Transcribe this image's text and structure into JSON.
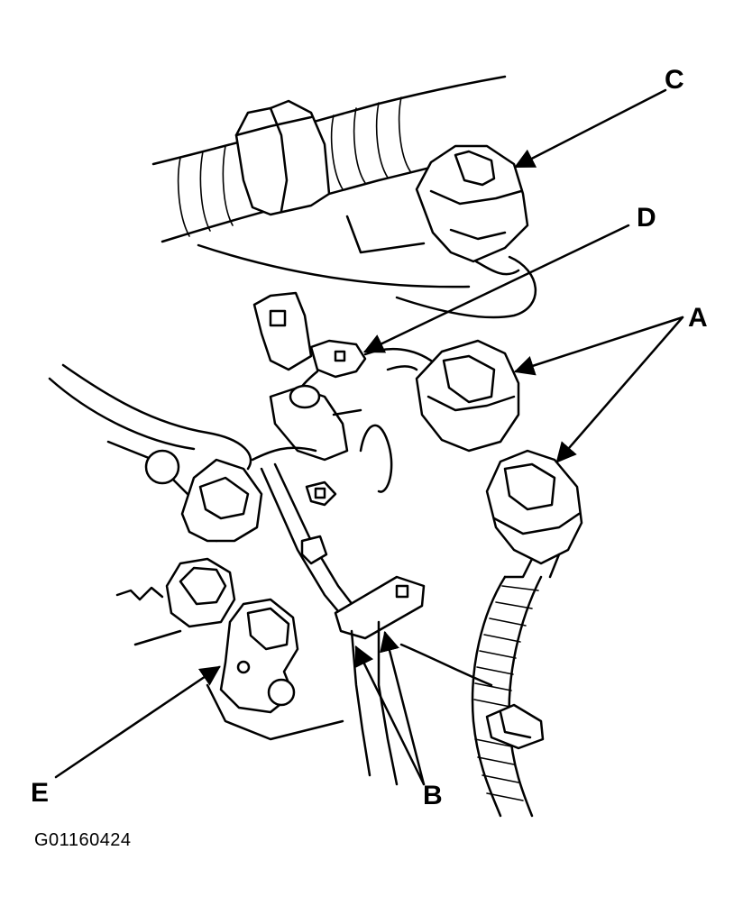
{
  "diagram": {
    "callouts": {
      "a": "A",
      "b": "B",
      "c": "C",
      "d": "D",
      "e": "E"
    },
    "figure_id": "G01160424"
  },
  "colors": {
    "line": "#000000",
    "background": "#ffffff"
  }
}
